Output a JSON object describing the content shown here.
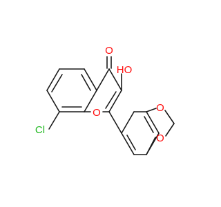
{
  "molecule": {
    "atoms": {
      "carbonyl_o": "O",
      "hydroxyl": "HO",
      "ring_o": "O",
      "chlorine": "Cl",
      "dioxole_o_top": "O",
      "dioxole_o_bottom": "O"
    },
    "colors": {
      "bond": "#1a1a1a",
      "oxygen": "#ff0d0d",
      "chlorine": "#1fb81f"
    }
  }
}
